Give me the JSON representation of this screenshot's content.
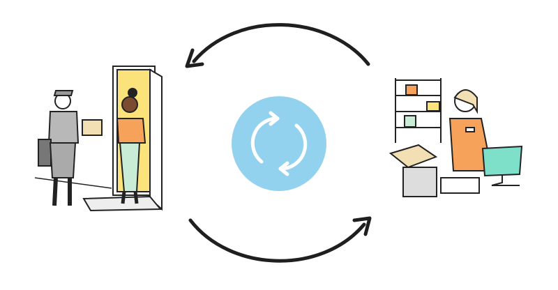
{
  "colors": {
    "background": "#ffffff",
    "center_circle": "#93d2ee",
    "arrow": "#1f1f1f",
    "orange": "#f7a25a",
    "door_yellow": "#fbe27a",
    "mint": "#c9ecd6",
    "screen_teal": "#7ee0c9"
  },
  "icons": {
    "center": "refresh-cycle-icon",
    "top_arrow": "curved-arrow-left",
    "bottom_arrow": "curved-arrow-right",
    "left_scene": "delivery-at-door-illustration",
    "right_scene": "store-clerk-illustration"
  }
}
